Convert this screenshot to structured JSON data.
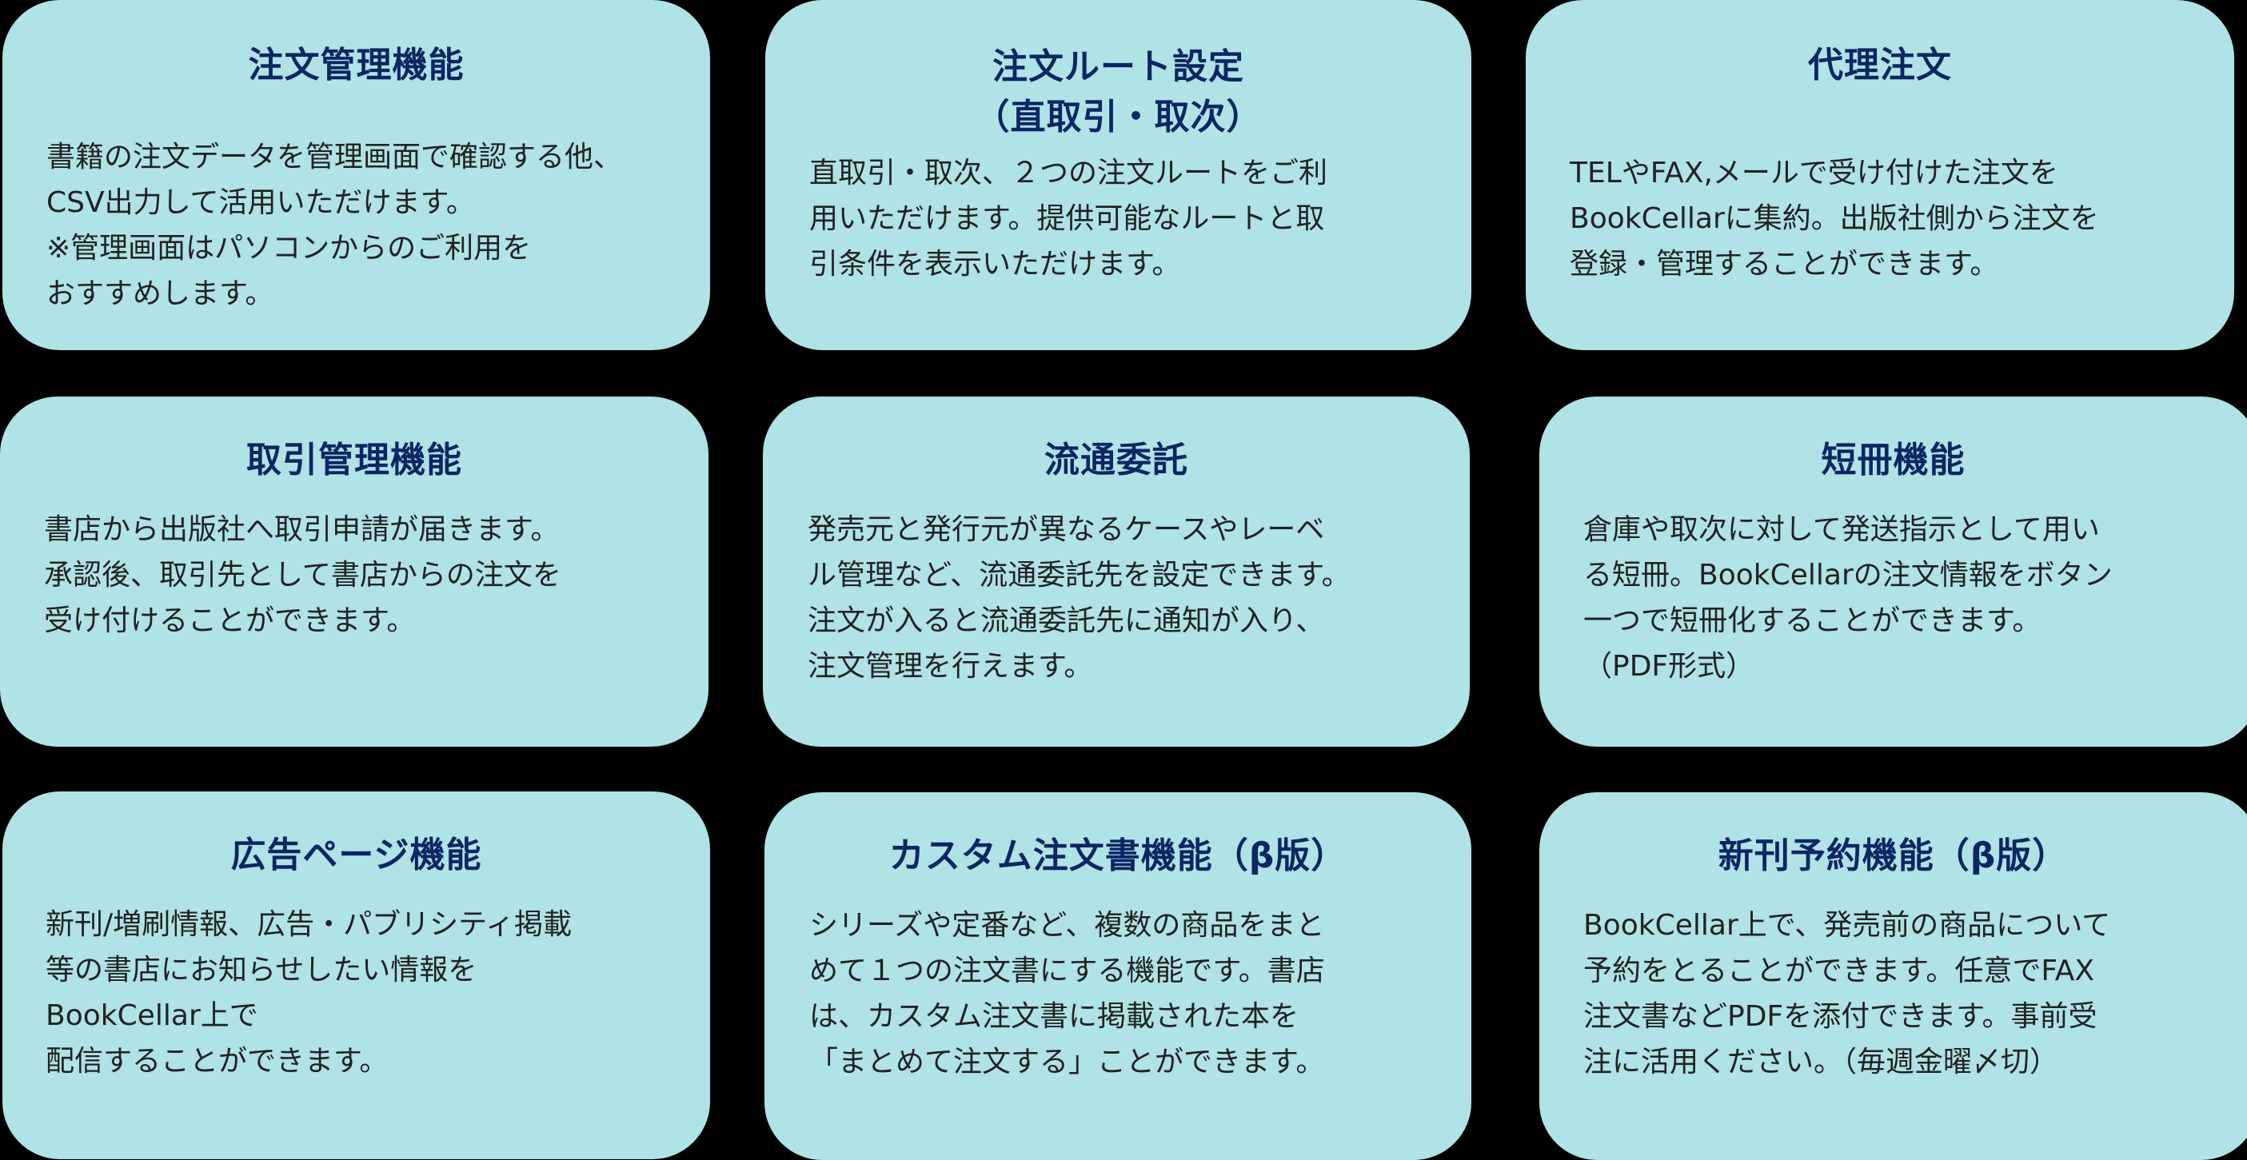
{
  "colors": {
    "background": "#000000",
    "card_fill": "#AFE3E6",
    "title_text": "#0B2663",
    "body_text": "#222222"
  },
  "cards": [
    {
      "title": "注文管理機能",
      "body": "書籍の注文データを管理画面で確認する他、\nCSV出力して活用いただけます。\n※管理画面はパソコンからのご利用を\nおすすめします。"
    },
    {
      "title": "注文ルート設定\n（直取引・取次）",
      "body": "直取引・取次、２つの注文ルートをご利\n用いただけます。提供可能なルートと取\n引条件を表示いただけます。"
    },
    {
      "title": "代理注文",
      "body": "TELやFAX,メールで受け付けた注文を\nBookCellarに集約。出版社側から注文を\n登録・管理することができます。"
    },
    {
      "title": "取引管理機能",
      "body": "書店から出版社へ取引申請が届きます。\n承認後、取引先として書店からの注文を\n受け付けることができます。"
    },
    {
      "title": "流通委託",
      "body": "発売元と発行元が異なるケースやレーベ\nル管理など、流通委託先を設定できます。\n注文が入ると流通委託先に通知が入り、\n注文管理を行えます。"
    },
    {
      "title": "短冊機能",
      "body": "倉庫や取次に対して発送指示として用い\nる短冊。BookCellarの注文情報をボタン\n一つで短冊化することができます。\n（PDF形式）"
    },
    {
      "title": "広告ページ機能",
      "body": "新刊/増刷情報、広告・パブリシティ掲載\n等の書店にお知らせしたい情報を\nBookCellar上で\n配信することができます。"
    },
    {
      "title": "カスタム注文書機能（β版）",
      "body": "シリーズや定番など、複数の商品をまと\nめて１つの注文書にする機能です。書店\nは、カスタム注文書に掲載された本を\n「まとめて注文する」ことができます。"
    },
    {
      "title": "新刊予約機能（β版）",
      "body": "BookCellar上で、発売前の商品について\n予約をとることができます。任意でFAX\n注文書などPDFを添付できます。事前受\n注に活用ください。（毎週金曜〆切）"
    }
  ]
}
